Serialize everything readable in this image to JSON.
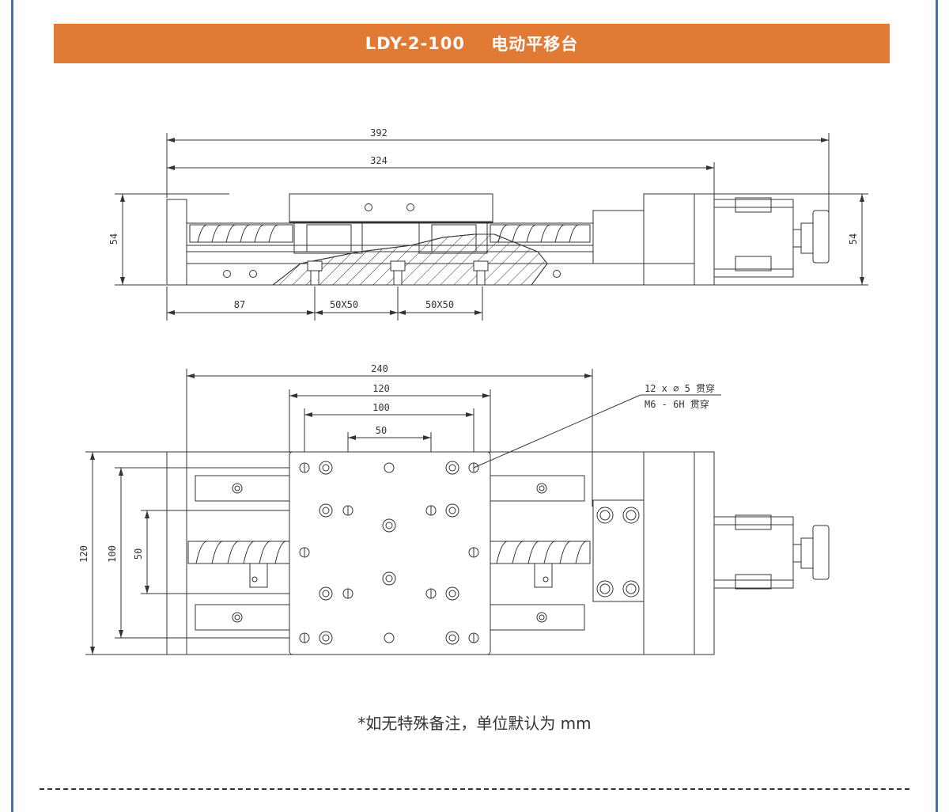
{
  "header": {
    "model": "LDY-2-100",
    "name": "电动平移台"
  },
  "side_view": {
    "dims": {
      "overall_length": "392",
      "body_length": "324",
      "height_left": "54",
      "height_right": "54",
      "left_offset": "87",
      "pitch_1": "50X50",
      "pitch_2": "50X50"
    }
  },
  "top_view": {
    "dims": {
      "width_240": "240",
      "width_120": "120",
      "width_100": "100",
      "width_50": "50",
      "height_120": "120",
      "height_100": "100",
      "height_50": "50"
    },
    "callout": {
      "line1": "12 x ∅ 5 贯穿",
      "line2": "M6 - 6H 贯穿"
    }
  },
  "footer": {
    "note": "*如无特殊备注，单位默认为 mm"
  },
  "colors": {
    "header_bg": "#e07a35",
    "frame": "#4a6fa5",
    "line": "#333333"
  }
}
